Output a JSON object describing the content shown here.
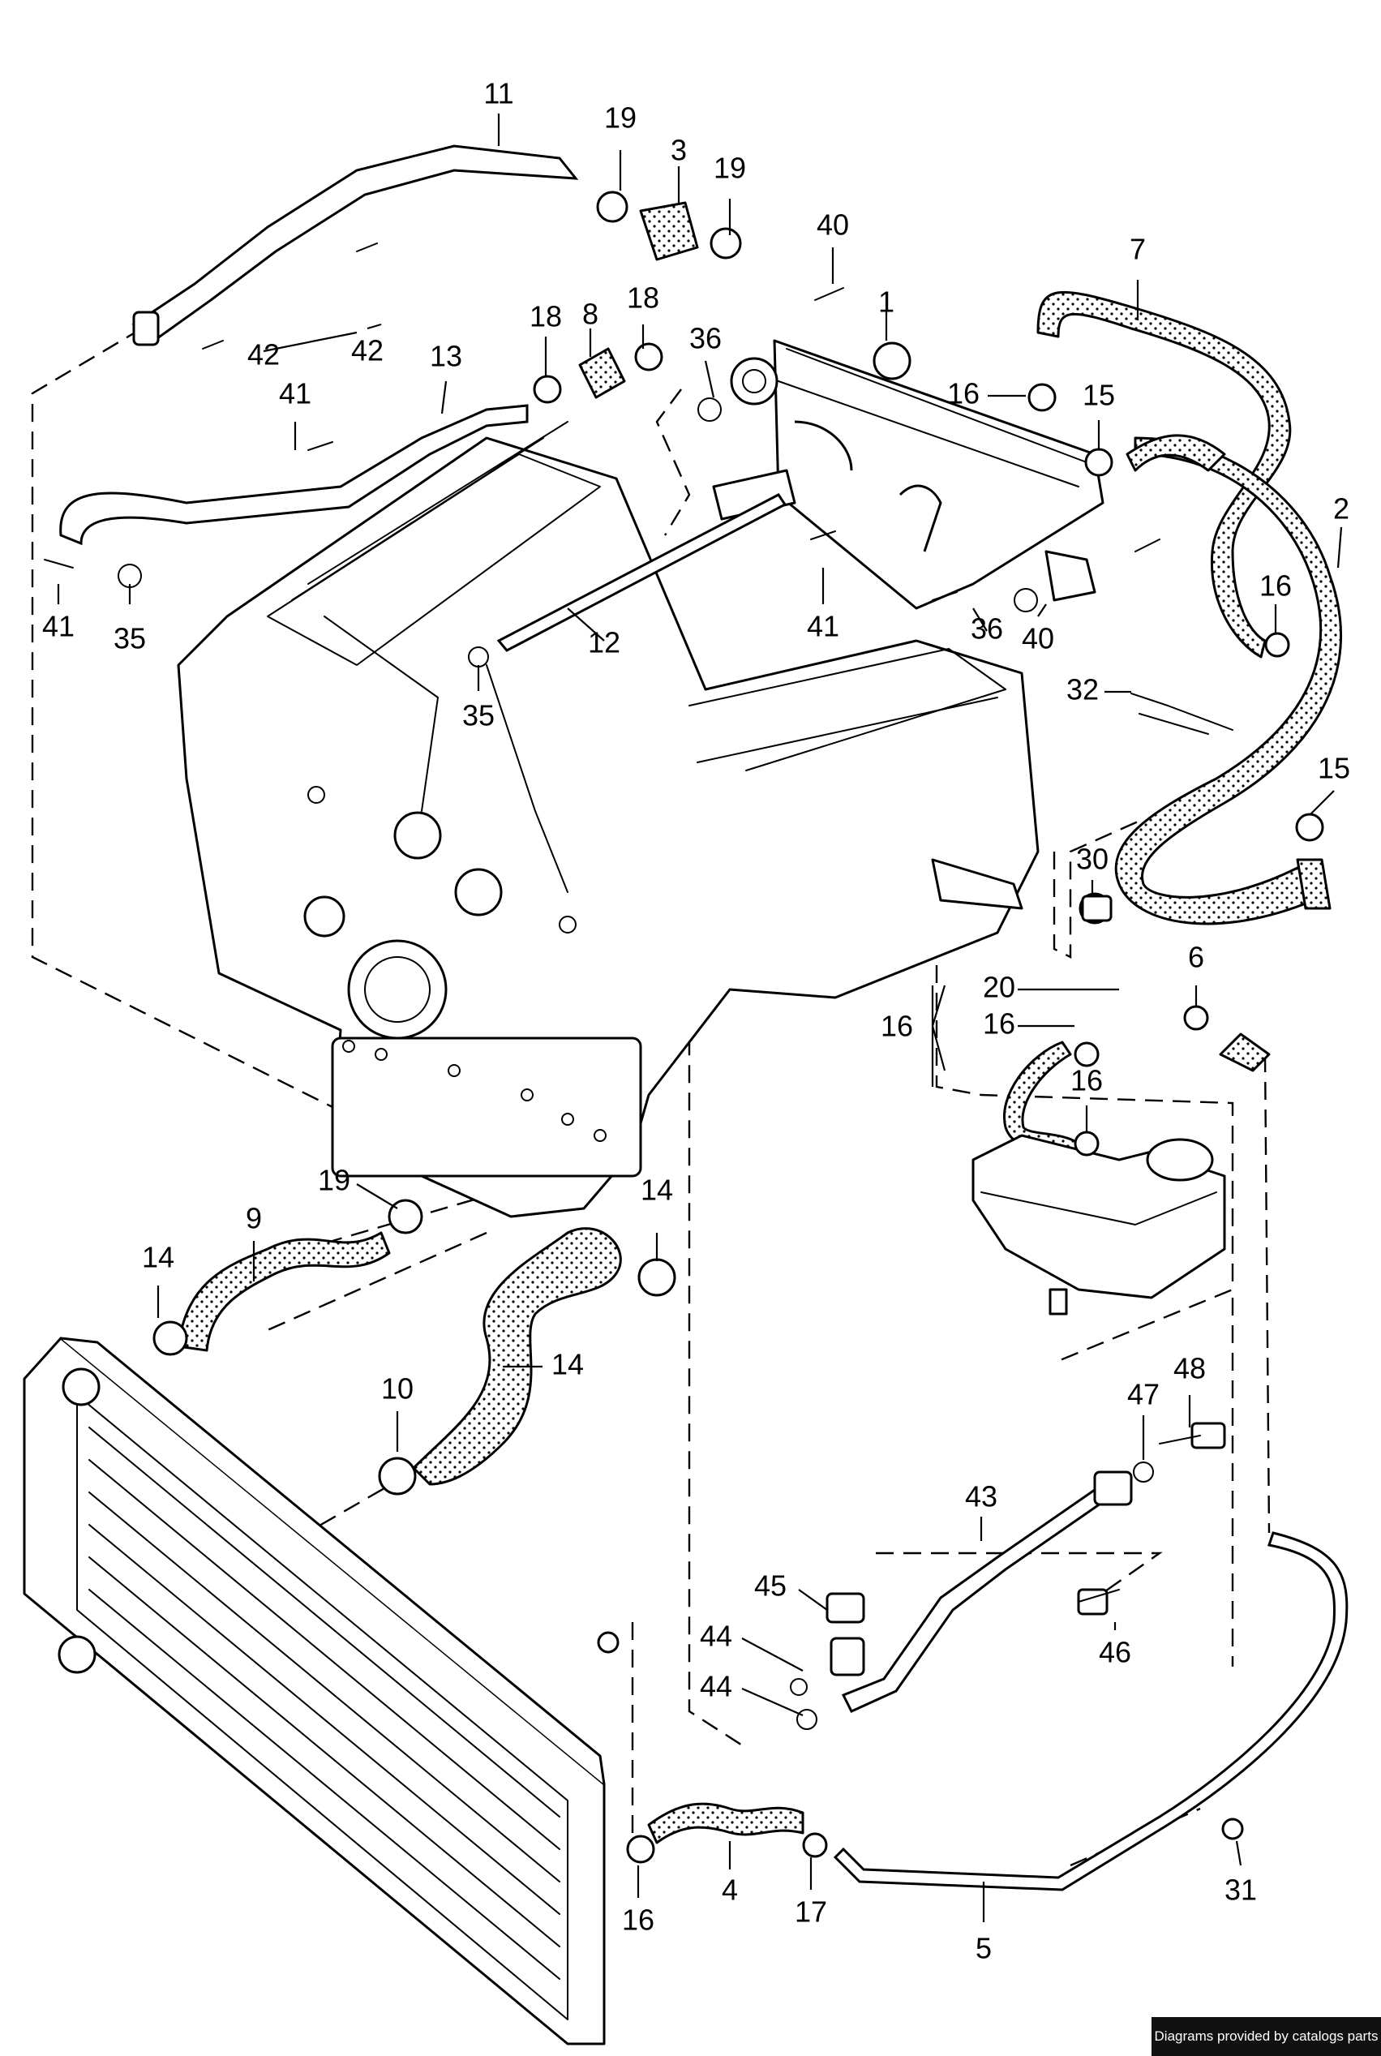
{
  "credit": "Diagrams provided by catalogs parts",
  "labels": [
    "11",
    "19",
    "3",
    "19",
    "40",
    "1",
    "7",
    "18",
    "8",
    "18",
    "36",
    "16",
    "15",
    "13",
    "41",
    "42",
    "42",
    "2",
    "41",
    "35",
    "12",
    "41",
    "36",
    "40",
    "16",
    "35",
    "32",
    "15",
    "30",
    "20",
    "16",
    "6",
    "16",
    "16",
    "9",
    "19",
    "14",
    "14",
    "10",
    "14",
    "47",
    "48",
    "43",
    "45",
    "44",
    "44",
    "46",
    "16",
    "4",
    "17",
    "5",
    "31"
  ]
}
